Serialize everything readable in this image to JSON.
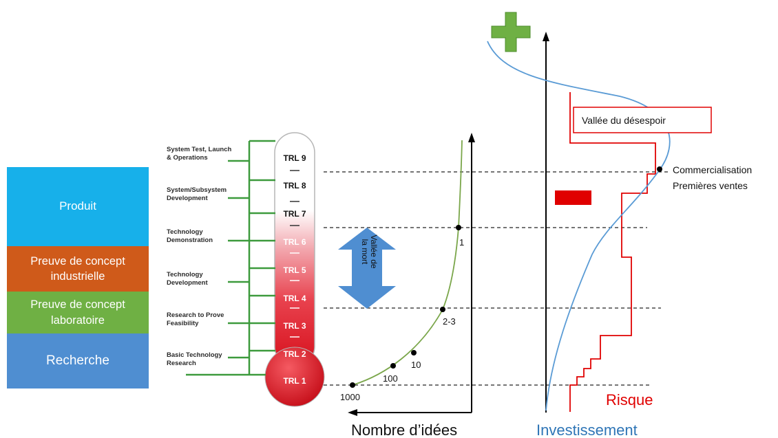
{
  "stack": {
    "produit": "Produit",
    "poc_industrielle_1": "Preuve de concept",
    "poc_industrielle_2": "industrielle",
    "poc_labo_1": "Preuve de concept",
    "poc_labo_2": "laboratoire",
    "recherche": "Recherche"
  },
  "thermometer": {
    "levels": [
      "TRL 9",
      "TRL 8",
      "TRL 7",
      "TRL 6",
      "TRL 5",
      "TRL 4",
      "TRL 3",
      "TRL 2",
      "TRL 1"
    ],
    "branches": [
      [
        "System Test, Launch",
        "& Operations"
      ],
      [
        "System/Subsystem",
        "Development"
      ],
      [
        "Technology",
        "Demonstration"
      ],
      [
        "Technology",
        "Development"
      ],
      [
        "Research to Prove",
        "Feasibility"
      ],
      [
        "Basic Technology",
        "Research"
      ]
    ]
  },
  "death_valley": {
    "line1": "Vallée de",
    "line2": "la mort"
  },
  "ideas_curve": {
    "points": [
      "1000",
      "100",
      "10",
      "2-3",
      "1"
    ],
    "xlabel": "Nombre d’idées"
  },
  "investment": {
    "xlabel": "Investissement",
    "risk_label": "Risque",
    "valley_label": "Vallée du désespoir",
    "commercialisation": "Commercialisation",
    "premieres_ventes": "Premières ventes"
  },
  "colors": {
    "produit": "#17b0ea",
    "poc_industrielle": "#cf5a1a",
    "poc_labo": "#6fb044",
    "recherche": "#4f8ed1",
    "thermo_red": "#e01b24",
    "branch_green": "#3c9a3c",
    "ideas_curve": "#7aa64a",
    "investment_curve": "#5a9bd5",
    "risk": "#e00000",
    "plus": "#6fb044",
    "minus": "#e00000",
    "arrow": "#4f8ed1"
  }
}
